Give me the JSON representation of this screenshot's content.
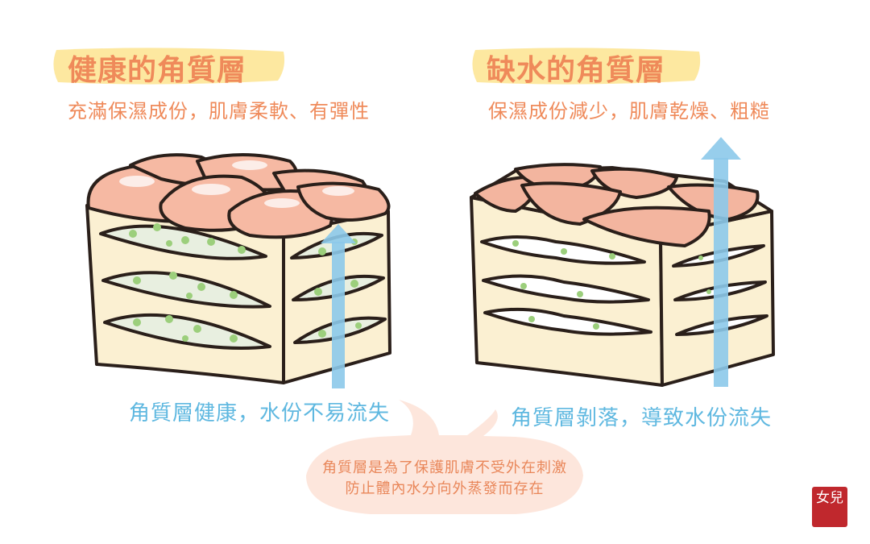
{
  "left": {
    "title": "健康的角質層",
    "subtitle": "充滿保濕成份，肌膚柔軟、有彈性",
    "caption": "角質層健康，水份不易流失"
  },
  "right": {
    "title": "缺水的角質層",
    "subtitle": "保濕成份減少，肌膚乾燥、粗糙",
    "caption": "角質層剝落，導致水份流失"
  },
  "note": {
    "line1": "角質層是為了保護肌膚不受外在刺激",
    "line2": "防止體內水分向外蒸發而存在"
  },
  "seal": {
    "text": "女兒"
  },
  "colors": {
    "title": "#ef8a5a",
    "caption": "#5fb8e0",
    "highlight": "#fde8a0",
    "note_bubble": "#fde6dc",
    "cube_body": "#fbf0d2",
    "cube_top": "#f6b9a3",
    "dots": "#9ccf7c",
    "seal": "#c0282d"
  },
  "icons": {
    "arrow": "water-loss-arrow",
    "seal": "seal-icon"
  }
}
